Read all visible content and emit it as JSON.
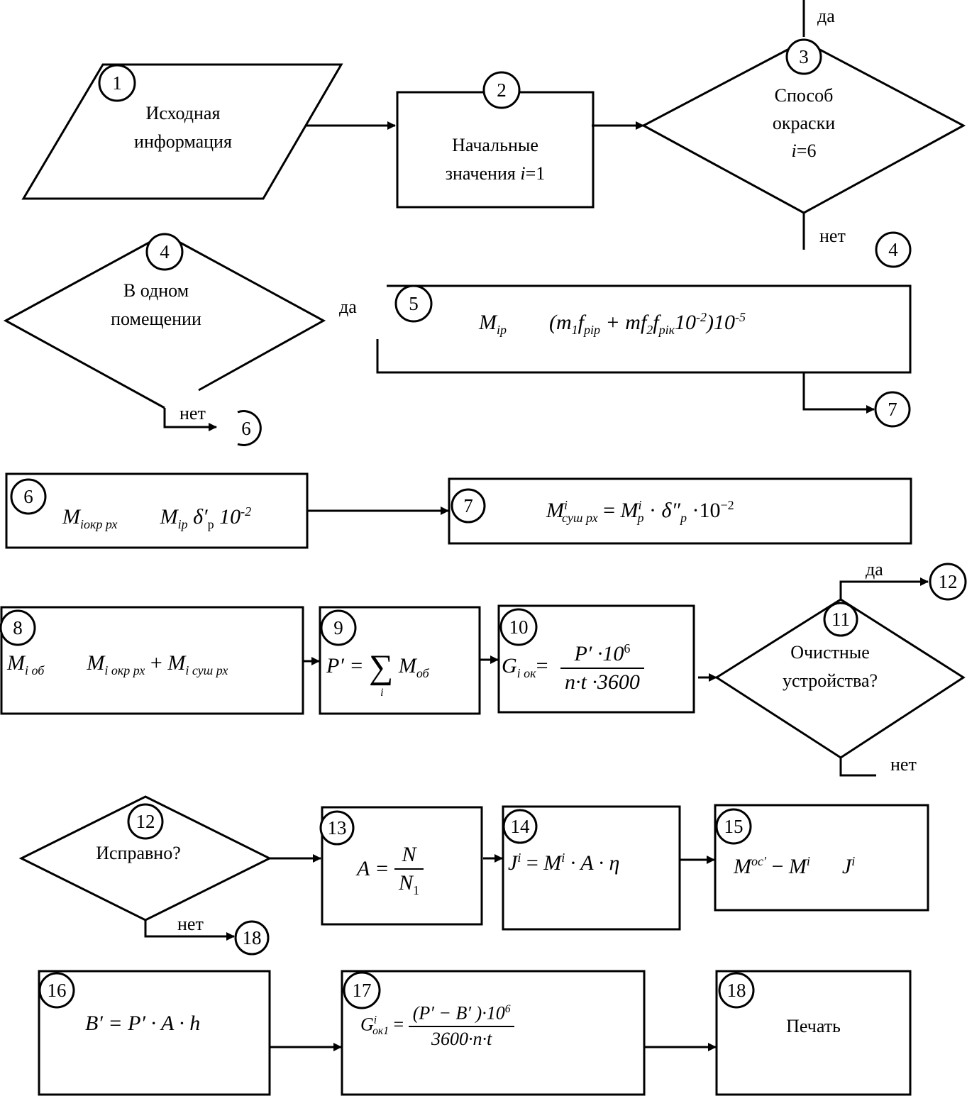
{
  "blocks": {
    "b1": {
      "number": "1",
      "line1": "Исходная",
      "line2": "информация"
    },
    "b2": {
      "number": "2",
      "line1": "Начальные",
      "line2_pre": "значения ",
      "line2_var": "i",
      "line2_post": "=1"
    },
    "b3": {
      "number": "3",
      "line1": "Способ",
      "line2": "окраски",
      "line3_var": "i",
      "line3_post": "=6",
      "yes": "да",
      "no": "нет",
      "connector": "4"
    },
    "b4": {
      "number": "4",
      "line1": "В одном",
      "line2": "помещении",
      "yes": "да",
      "no": "нет",
      "connector": "6"
    },
    "b5": {
      "number": "5",
      "formula_lhs": "M",
      "formula_lhs_sub": "ip",
      "formula_rhs_a": "(m",
      "formula_rhs_a_sub": "1",
      "formula_rhs_b": "f",
      "formula_rhs_b_sub": "pip",
      "formula_rhs_c": " + mf",
      "formula_rhs_c_sub": "2",
      "formula_rhs_d": "f",
      "formula_rhs_d_sub": "piк",
      "formula_rhs_e": "10",
      "formula_rhs_e_sup": "-2",
      "formula_rhs_f": ")10",
      "formula_rhs_f_sup": "-5",
      "connector": "7"
    },
    "b6": {
      "number": "6",
      "lhs": "M",
      "lhs_sub": "iокр рх",
      "rhs": "M",
      "rhs_sub": "ip",
      "delta": "δ′",
      "delta_sub": "р",
      "pow": "10",
      "pow_sup": "-2"
    },
    "b7": {
      "number": "7",
      "lhs": "M",
      "lhs_sup": "i",
      "lhs_sub": "суш рх",
      "eq": " = ",
      "rhs": "M",
      "rhs_sup": "i",
      "rhs_sub": "p",
      "dot1": " · ",
      "delta": "δ″",
      "delta_sub": "p",
      "dot2": " ·10",
      "pow_sup": "−2"
    },
    "b8": {
      "number": "8",
      "lhs": "M",
      "lhs_sub": "i об",
      "t1": "M",
      "t1_sub": "i окр рх",
      "plus": " + ",
      "t2": "M",
      "t2_sub": "i суш рх"
    },
    "b9": {
      "number": "9",
      "lhs": "P′ = ",
      "sigma": "∑",
      "sigma_sub": "i",
      "rhs": "M",
      "rhs_sub": "об"
    },
    "b10": {
      "number": "10",
      "lhs": "G",
      "lhs_sub": "i ок",
      "eq": "=",
      "num": "P′ ·10",
      "num_sup": "6",
      "den": "n·t ·3600"
    },
    "b11": {
      "number": "11",
      "line1": "Очистные",
      "line2": "устройства?",
      "yes": "да",
      "no": "нет",
      "connector": "12"
    },
    "b12": {
      "number": "12",
      "line1": "Исправно?",
      "no": "нет",
      "connector": "18"
    },
    "b13": {
      "number": "13",
      "lhs": "A = ",
      "num": "N",
      "den": "N",
      "den_sub": "1"
    },
    "b14": {
      "number": "14",
      "lhs": "J",
      "lhs_sup": "i",
      "eq": " = ",
      "rhs": "M",
      "rhs_sup": "i",
      "tail": " · A · η"
    },
    "b15": {
      "number": "15",
      "a": "M",
      "a_sup": "ос′",
      "minus": " − ",
      "b": "M",
      "b_sup": "i",
      "c": "J",
      "c_sup": "i"
    },
    "b16": {
      "number": "16",
      "formula": "B′ = P′ · A · h"
    },
    "b17": {
      "number": "17",
      "lhs": "G",
      "lhs_sup": "i",
      "lhs_sub": "ок1",
      "eq": " = ",
      "num": "(P′ − B′ )·10",
      "num_sup": "6",
      "den": "3600·n·t"
    },
    "b18": {
      "number": "18",
      "label": "Печать"
    }
  }
}
